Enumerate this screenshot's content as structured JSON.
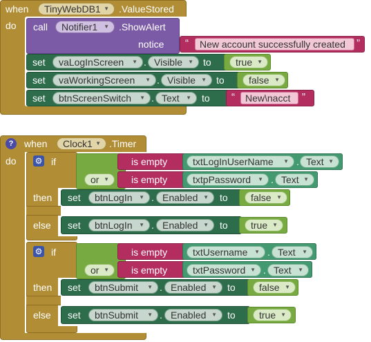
{
  "block1": {
    "when": "when",
    "component": "TinyWebDB1",
    "event": ".ValueStored",
    "do": "do",
    "call": {
      "keyword": "call",
      "component": "Notifier1",
      "method": ".ShowAlert",
      "notice_label": "notice",
      "text": "New account successfully created"
    },
    "sets": [
      {
        "keyword": "set",
        "component": "vaLogInScreen",
        "property": "Visible",
        "to": "to",
        "value": "true",
        "kind": "bool"
      },
      {
        "keyword": "set",
        "component": "vaWorkingScreen",
        "property": "Visible",
        "to": "to",
        "value": "false",
        "kind": "bool"
      },
      {
        "keyword": "set",
        "component": "btnScreenSwitch",
        "property": "Text",
        "to": "to",
        "value": "New\\nacct",
        "kind": "text"
      }
    ]
  },
  "block2": {
    "help": "?",
    "when": "when",
    "component": "Clock1",
    "event": ".Timer",
    "do": "do",
    "if1": {
      "if": "if",
      "is_empty": "is empty",
      "or": "or",
      "get1_component": "txtLogInUserName",
      "get1_property": "Text",
      "get2_component": "txtpPassword",
      "get2_property": "Text",
      "then": "then",
      "else": "else",
      "then_set": {
        "keyword": "set",
        "component": "btnLogIn",
        "property": "Enabled",
        "to": "to",
        "value": "false"
      },
      "else_set": {
        "keyword": "set",
        "component": "btnLogIn",
        "property": "Enabled",
        "to": "to",
        "value": "true"
      }
    },
    "if2": {
      "if": "if",
      "is_empty": "is empty",
      "or": "or",
      "get1_component": "txtUsername",
      "get1_property": "Text",
      "get2_component": "txtPassword",
      "get2_property": "Text",
      "then": "then",
      "else": "else",
      "then_set": {
        "keyword": "set",
        "component": "btnSubmit",
        "property": "Enabled",
        "to": "to",
        "value": "false"
      },
      "else_set": {
        "keyword": "set",
        "component": "btnSubmit",
        "property": "Enabled",
        "to": "to",
        "value": "true"
      }
    }
  },
  "colors": {
    "event": "#b18e35",
    "procedure": "#7c5ba6",
    "setter": "#2e6d4c",
    "text": "#b32d5e",
    "logic": "#77ab41",
    "getter": "#439970"
  }
}
